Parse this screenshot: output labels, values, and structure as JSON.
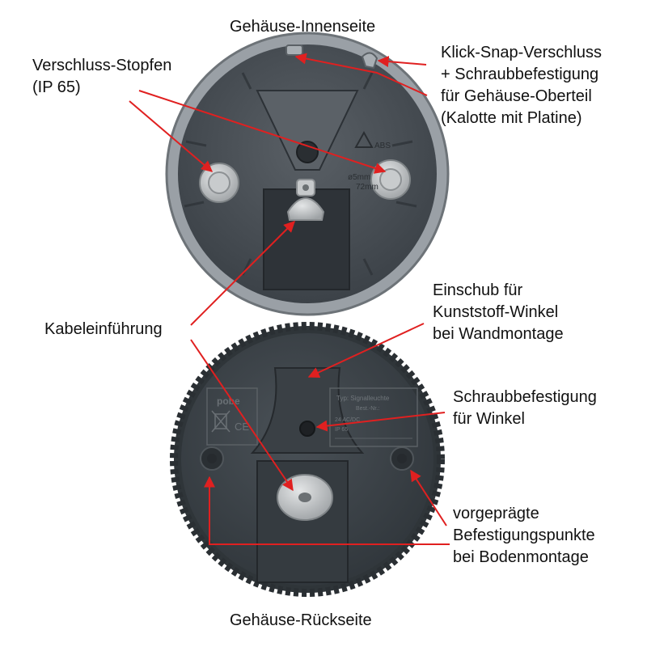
{
  "titles": {
    "top": "Gehäuse-Innenseite",
    "bottom": "Gehäuse-Rückseite"
  },
  "labels": {
    "verschluss_stopfen": [
      "Verschluss-Stopfen",
      "(IP 65)"
    ],
    "klick_snap": [
      "Klick-Snap-Verschluss",
      "+ Schraubbefestigung",
      "für Gehäuse-Oberteil",
      "(Kalotte mit Platine)"
    ],
    "kabeleinfuehrung": [
      "Kabeleinführung"
    ],
    "einschub": [
      "Einschub für",
      "Kunststoff-Winkel",
      "bei Wandmontage"
    ],
    "schraubbefestigung_winkel": [
      "Schraubbefestigung",
      "für Winkel"
    ],
    "vorgepraegte_punkte": [
      "vorgeprägte",
      "Befestigungspunkte",
      "bei Bodenmontage"
    ]
  },
  "housing_markings": {
    "material": "ABS",
    "dimension_1": "ø5mm",
    "dimension_2": "72mm",
    "brand": "pobe",
    "nameplate_typ": "Typ: Signalleuchte",
    "nameplate_art": "Best.-Nr.:",
    "nameplate_volt": "24 AC/DC",
    "nameplate_ip": "IP 65"
  },
  "colors": {
    "arrow": "#e02020",
    "housing_inner": "#4a5056",
    "housing_rim": "#8a9096",
    "housing_back": "#3d4348",
    "plug": "#b9bcbe",
    "text": "#111111"
  }
}
